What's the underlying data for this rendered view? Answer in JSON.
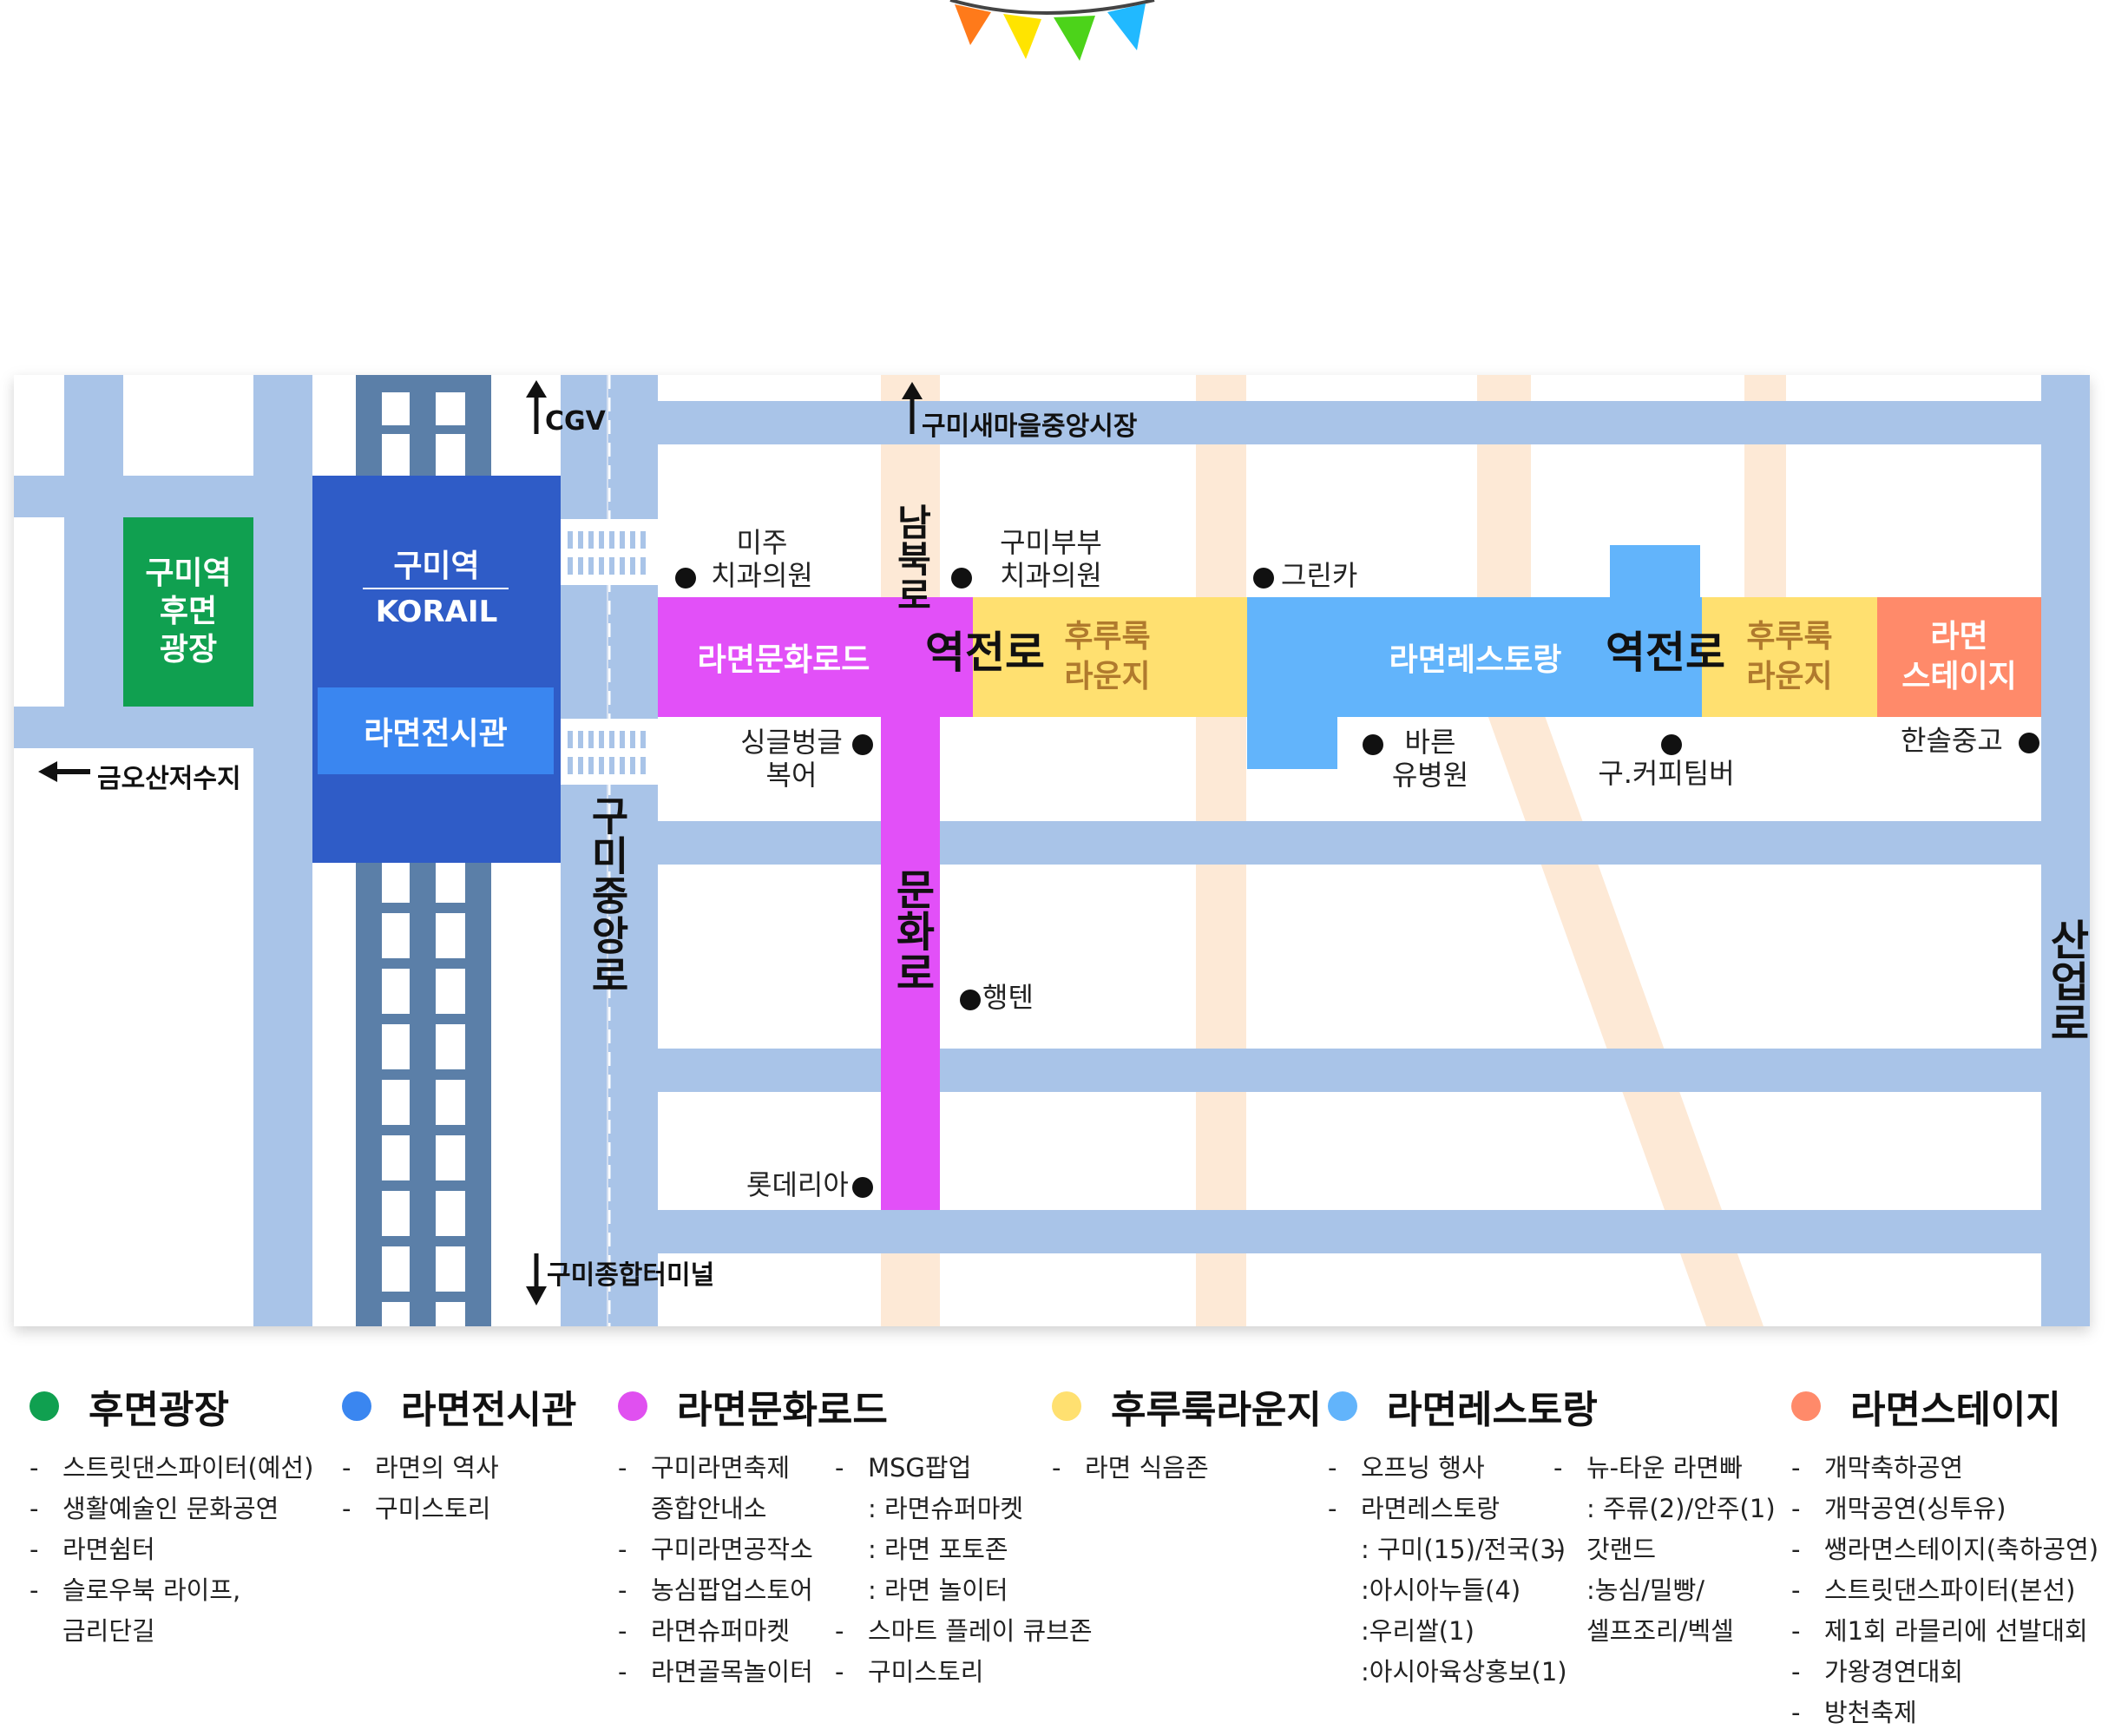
{
  "zones": {
    "plaza": "구미역\n후면\n광장",
    "station_name": "구미역",
    "station_korail": "KORAIL",
    "exhibition": "라면전시관",
    "culture_road": "라면문화로드",
    "lounge_1": "후루룩\n라운지",
    "restaurant": "라면레스토랑",
    "lounge_2": "후루룩\n라운지",
    "stage": "라면\n스테이지"
  },
  "roads": {
    "yeokjeon_1": "역전로",
    "yeokjeon_2": "역전로",
    "jungang": "구미중앙로",
    "munhwa": "문화로",
    "nambuk": "남북로",
    "saneop": "산업로"
  },
  "signs": {
    "cgv": "CGV",
    "market": "구미새마을중앙시장",
    "reservoir": "금오산저수지",
    "terminal": "구미종합터미널"
  },
  "places": {
    "miju": "미주\n치과의원",
    "bubu": "구미부부\n치과의원",
    "greencar": "그린카",
    "single": "싱글벙글\n복어",
    "bareun": "바른\n유병원",
    "coffee": "구.커피팀버",
    "hansol": "한솔중고",
    "haengten": "행텐",
    "lotteria": "롯데리아"
  },
  "legend": [
    {
      "title": "후면광장",
      "color": "#10a050",
      "items": [
        [
          "b",
          "스트릿댄스파이터(예선)"
        ],
        [
          "b",
          "생활예술인 문화공연"
        ],
        [
          "b",
          "라면쉼터"
        ],
        [
          "b",
          "슬로우북 라이프,"
        ],
        [
          "c",
          "금리단길"
        ]
      ]
    },
    {
      "title": "라면전시관",
      "color": "#3a86f0",
      "items": [
        [
          "b",
          "라면의 역사"
        ],
        [
          "b",
          "구미스토리"
        ]
      ]
    },
    {
      "title": "라면문화로드",
      "color": "#e050f0",
      "items": [
        [
          "b",
          "구미라면축제"
        ],
        [
          "c",
          "종합안내소"
        ],
        [
          "b",
          "구미라면공작소"
        ],
        [
          "b",
          "농심팝업스토어"
        ],
        [
          "b",
          "라면슈퍼마켓"
        ],
        [
          "b",
          "라면골목놀이터"
        ]
      ],
      "items2": [
        [
          "b",
          "MSG팝업"
        ],
        [
          "c",
          ": 라면슈퍼마켓"
        ],
        [
          "c",
          ": 라면 포토존"
        ],
        [
          "c",
          ": 라면 놀이터"
        ],
        [
          "b",
          "스마트 플레이 큐브존"
        ],
        [
          "b",
          "구미스토리"
        ]
      ]
    },
    {
      "title": "후루룩라운지",
      "color": "#ffe070",
      "items": [
        [
          "b",
          "라면 식음존"
        ]
      ]
    },
    {
      "title": "라면레스토랑",
      "color": "#62b4fb",
      "items": [
        [
          "b",
          "오프닝 행사"
        ],
        [
          "b",
          "라면레스토랑"
        ],
        [
          "c",
          ": 구미(15)/전국(3)"
        ],
        [
          "c",
          ":아시아누들(4)"
        ],
        [
          "c",
          ":우리쌀(1)"
        ],
        [
          "c",
          ":아시아육상홍보(1)"
        ]
      ],
      "items2": [
        [
          "b",
          "뉴-타운 라면빠"
        ],
        [
          "c",
          ": 주류(2)/안주(1)"
        ],
        [
          "b",
          "갓랜드"
        ],
        [
          "c",
          ":농심/밀빵/"
        ],
        [
          "c",
          "셀프조리/벡셀"
        ]
      ]
    },
    {
      "title": "라면스테이지",
      "color": "#ff8a6a",
      "items": [
        [
          "b",
          "개막축하공연"
        ],
        [
          "b",
          "개막공연(싱투유)"
        ],
        [
          "b",
          "쌩라면스테이지(축하공연)"
        ],
        [
          "b",
          "스트릿댄스파이터(본선)"
        ],
        [
          "b",
          "제1회 라믈리에 선발대회"
        ],
        [
          "b",
          "가왕경연대회"
        ],
        [
          "b",
          "방천축제"
        ]
      ]
    }
  ]
}
